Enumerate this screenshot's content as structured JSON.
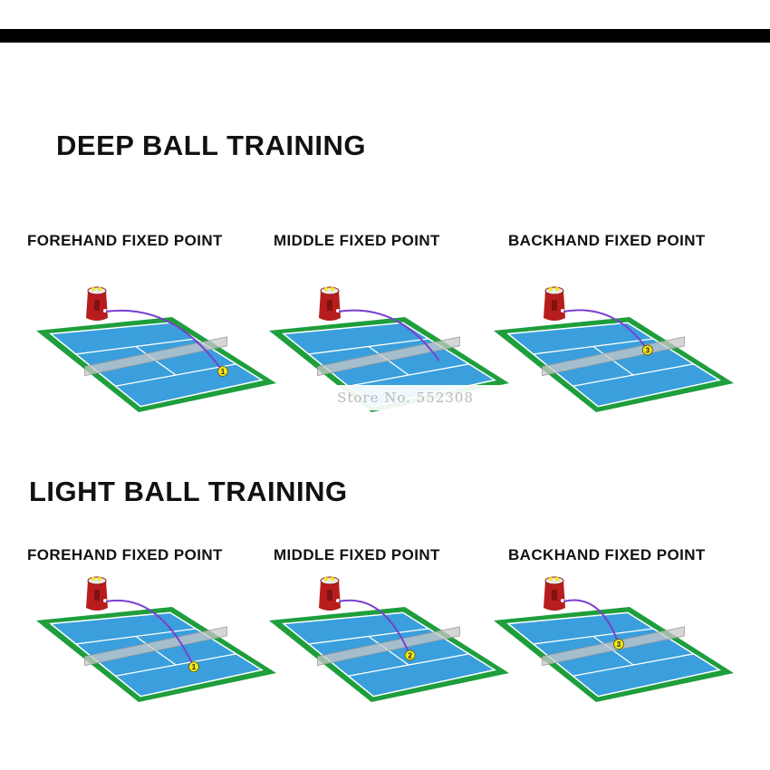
{
  "sections": [
    {
      "title": "DEEP BALL TRAINING",
      "drills": [
        {
          "label": "FOREHAND FIXED POINT",
          "ball_number": "1"
        },
        {
          "label": "MIDDLE FIXED POINT",
          "ball_number": ""
        },
        {
          "label": "BACKHAND FIXED POINT",
          "ball_number": "3"
        }
      ]
    },
    {
      "title": "LIGHT BALL TRAINING",
      "drills": [
        {
          "label": "FOREHAND FIXED POINT",
          "ball_number": "1"
        },
        {
          "label": "MIDDLE FIXED POINT",
          "ball_number": "2"
        },
        {
          "label": "BACKHAND FIXED POINT",
          "ball_number": "3"
        }
      ]
    }
  ],
  "watermark": "Store No. 552308",
  "colors": {
    "court_surround": "#1e9e3c",
    "court_surface": "#3a9fdc",
    "court_lines": "#ffffff",
    "trajectory": "#7a3fd0",
    "machine_body": "#b81d1d",
    "ball": "#f2e61a",
    "top_bar": "#000000"
  }
}
